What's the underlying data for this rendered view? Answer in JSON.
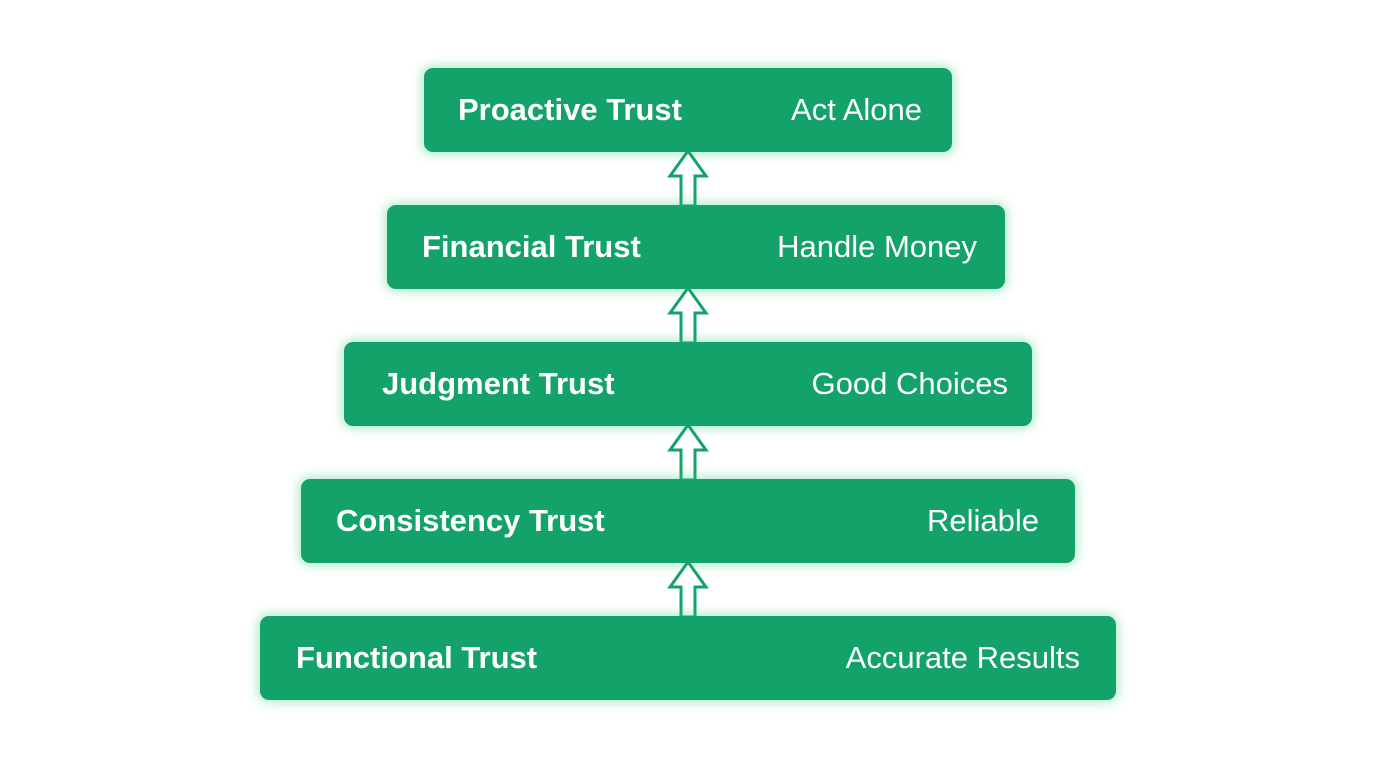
{
  "diagram": {
    "tiers": [
      {
        "name": "Proactive Trust",
        "description": "Act Alone"
      },
      {
        "name": "Financial Trust",
        "description": "Handle Money"
      },
      {
        "name": "Judgment Trust",
        "description": "Good Choices"
      },
      {
        "name": "Consistency Trust",
        "description": "Reliable"
      },
      {
        "name": "Functional Trust",
        "description": "Accurate Results"
      }
    ],
    "colors": {
      "tier_fill": "#13a36a",
      "arrow_stroke": "#13a36a",
      "text": "#ffffff",
      "background": "#ffffff"
    },
    "connector_icon": "up-arrow-icon"
  }
}
